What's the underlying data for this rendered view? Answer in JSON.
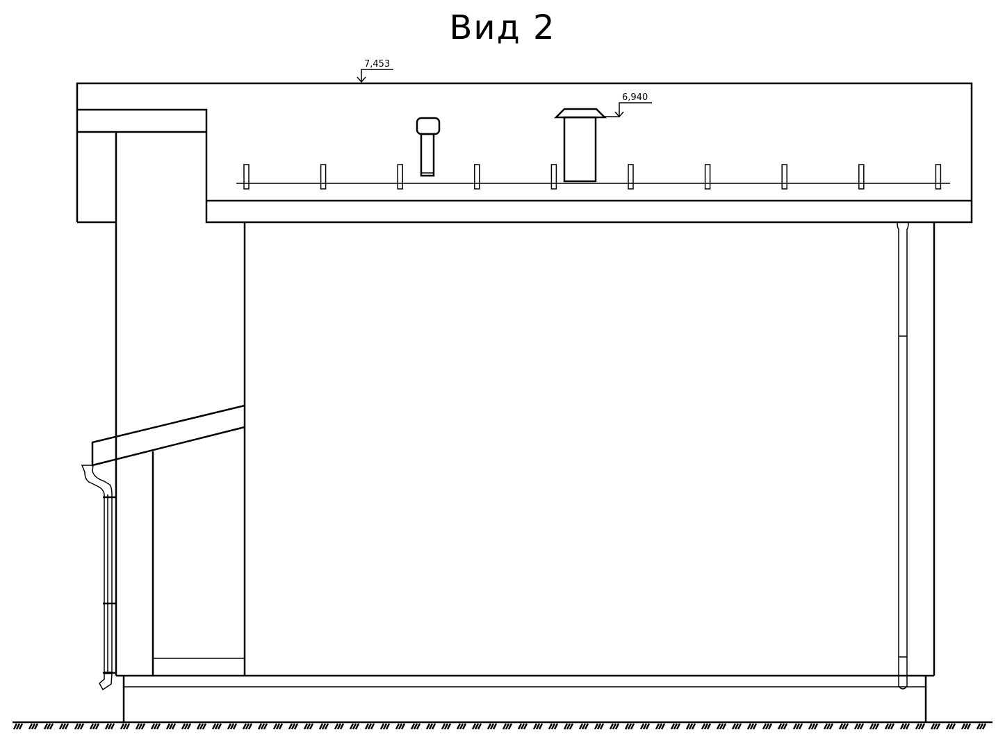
{
  "title": "Вид 2",
  "elevations": [
    {
      "label": "7,453",
      "target": "roof-top"
    },
    {
      "label": "6,940",
      "target": "chimney-cap"
    }
  ],
  "roof_post_count": 10,
  "colors": {
    "line": "#000000",
    "background": "#ffffff"
  }
}
